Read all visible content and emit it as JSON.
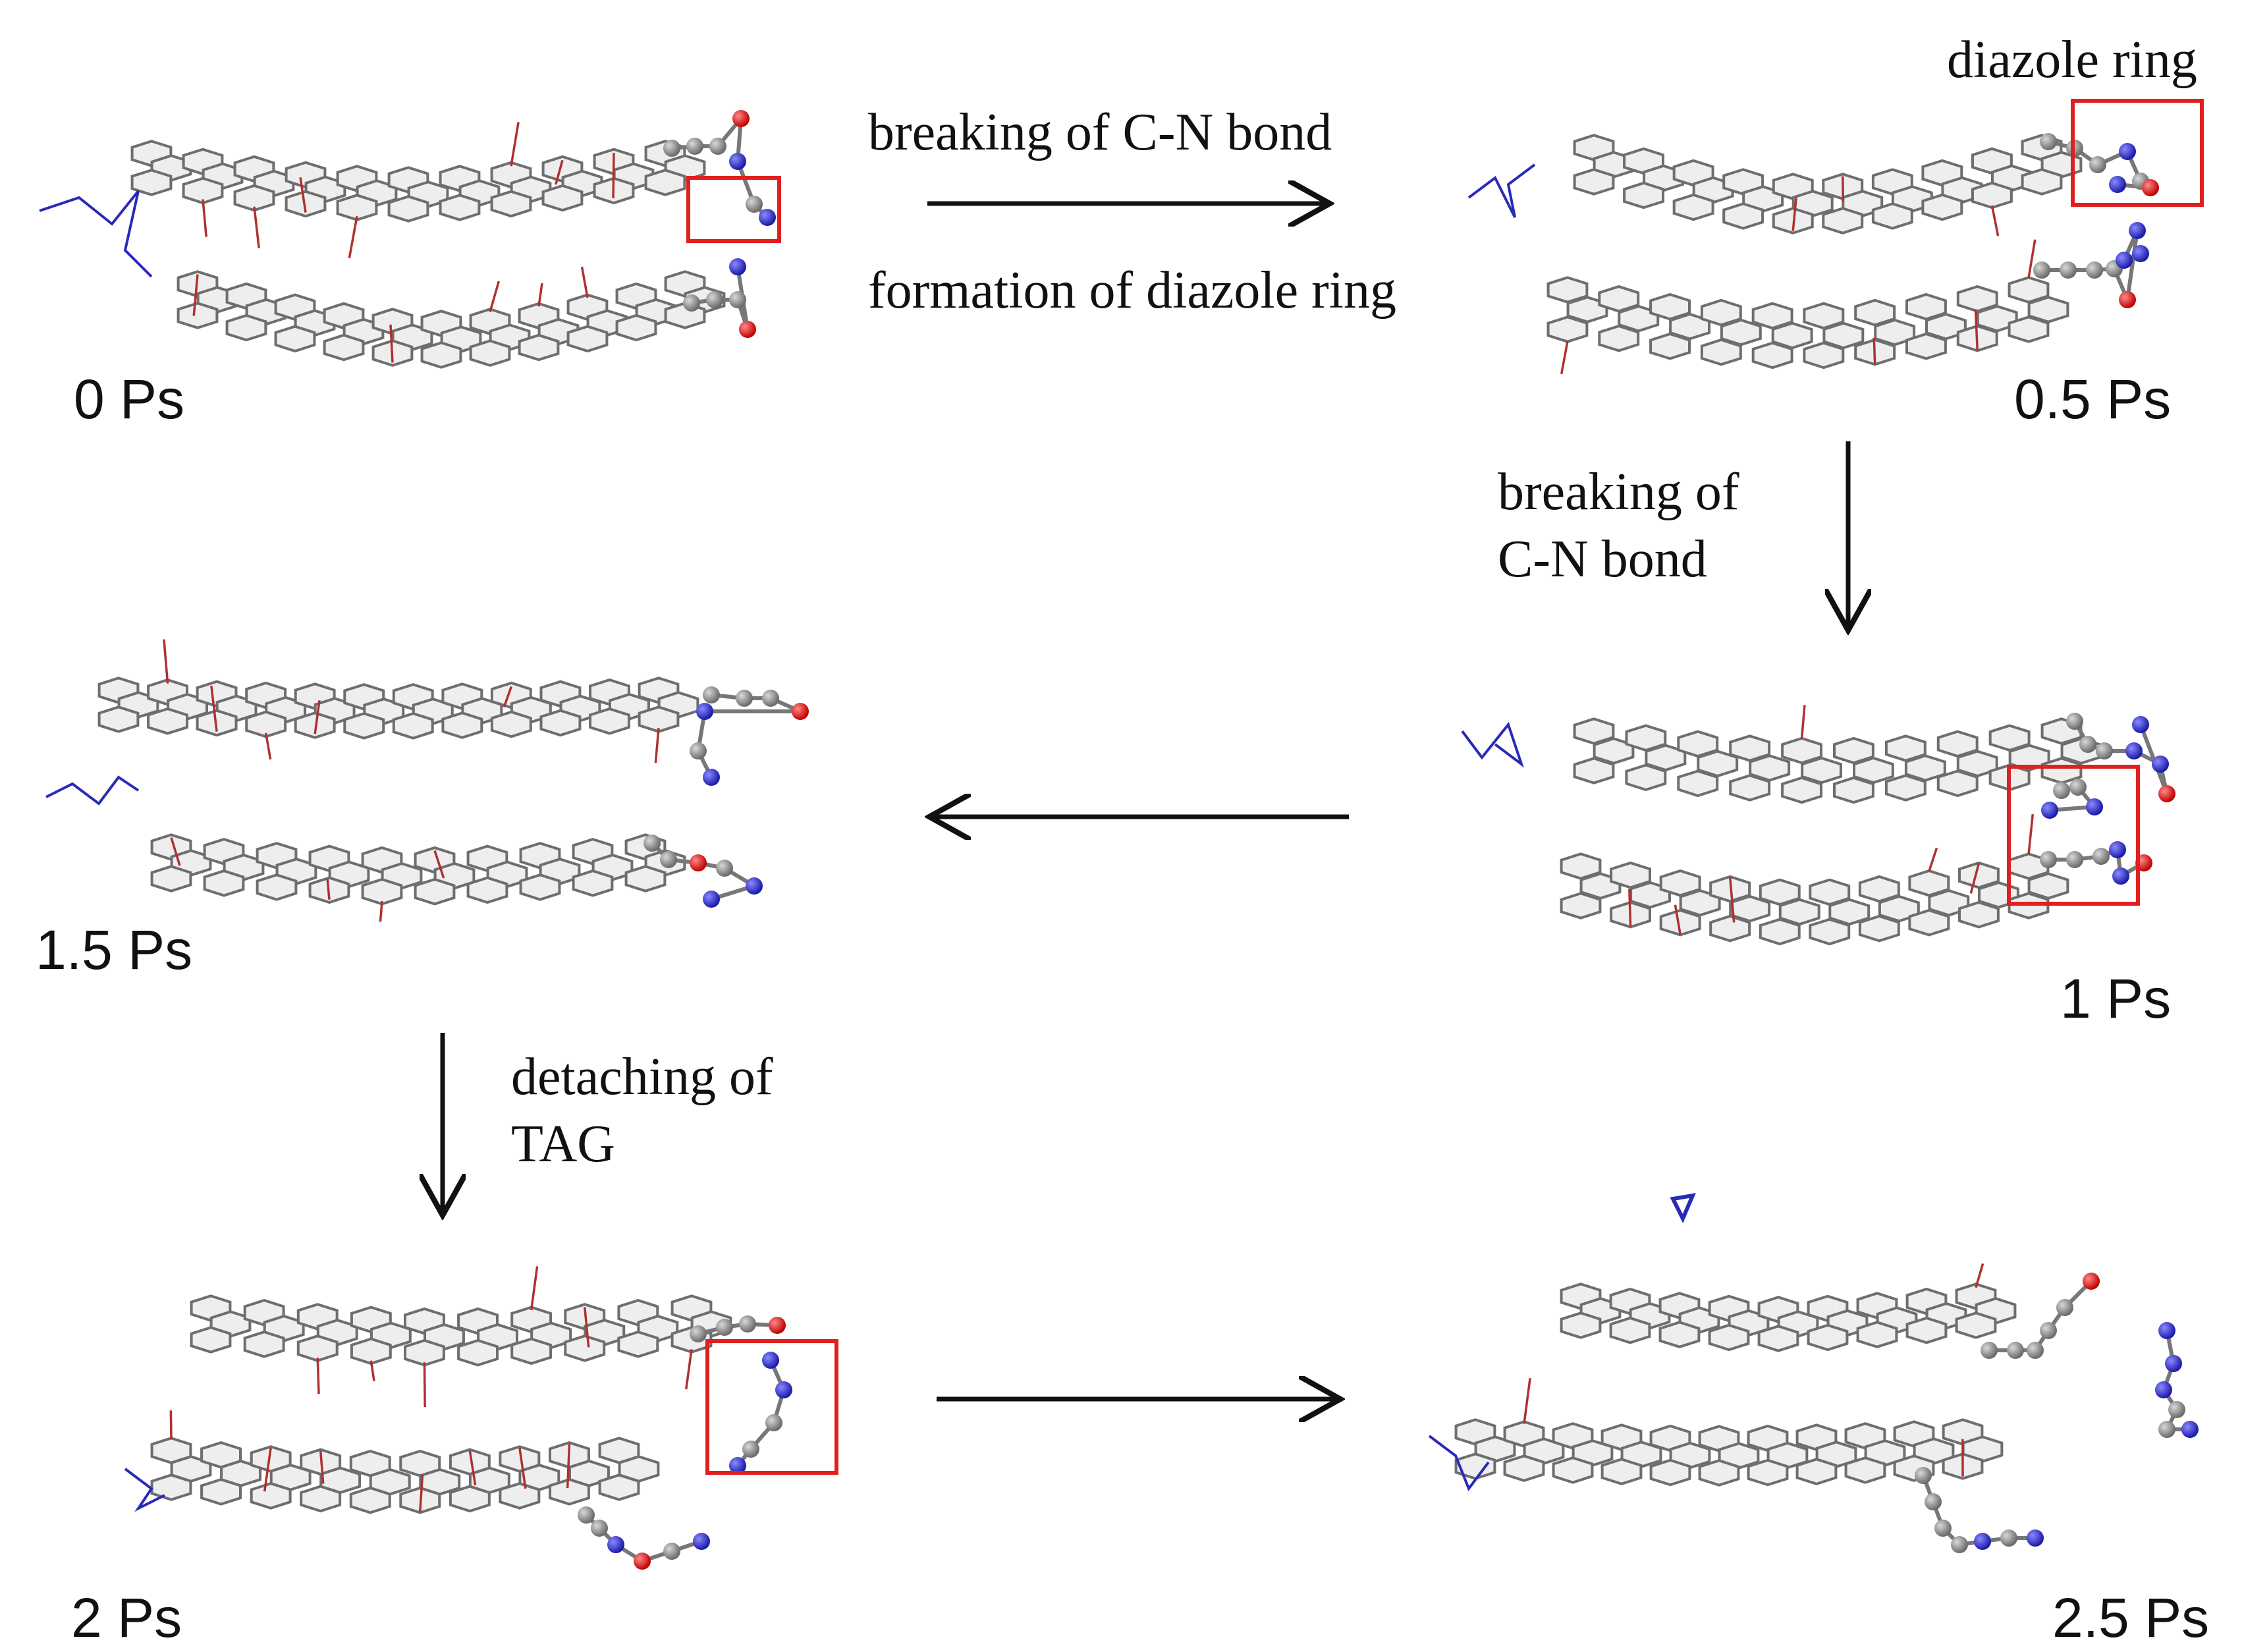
{
  "panels": [
    {
      "id": "p0",
      "time_label": "0 Ps"
    },
    {
      "id": "p05",
      "time_label": "0.5 Ps"
    },
    {
      "id": "p1",
      "time_label": "1 Ps"
    },
    {
      "id": "p15",
      "time_label": "1.5 Ps"
    },
    {
      "id": "p2",
      "time_label": "2 Ps"
    },
    {
      "id": "p25",
      "time_label": "2.5 Ps"
    }
  ],
  "annotations": {
    "step1_line1": "breaking of C-N bond",
    "step1_line2": "formation of diazole ring",
    "diazole_label": "diazole ring",
    "step2_line1": "breaking of",
    "step2_line2": "C-N bond",
    "step4_line1": "detaching of",
    "step4_line2": "TAG"
  },
  "colors": {
    "carbon_bonds": "#6e6e6e",
    "sheet_fill": "#eeeeee",
    "oxygen_bonds": "#b03030",
    "nitrogen_bonds": "#2a2ab8",
    "carbon_atom": "#8a8a8a",
    "nitrogen_atom": "#2e2ed0",
    "oxygen_atom": "#e01e1e",
    "highlight_box": "#e02020",
    "arrow": "#111111"
  }
}
